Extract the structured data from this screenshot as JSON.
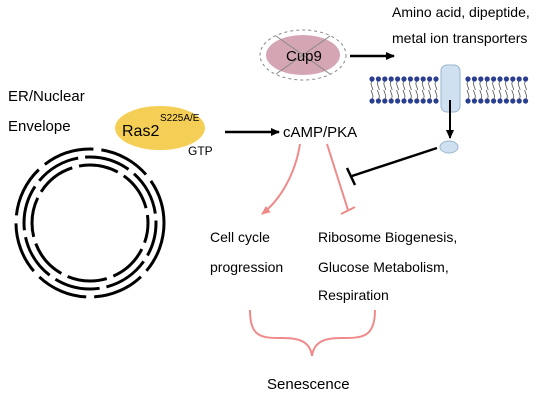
{
  "labels": {
    "er_line1": "ER/Nuclear",
    "er_line2": "Envelope",
    "ras2": "Ras2",
    "ras2_mutation": "S225A/E",
    "gtp": "GTP",
    "cup9": "Cup9",
    "transporters_line1": "Amino acid, dipeptide,",
    "transporters_line2": "metal ion transporters",
    "camp_pka": "cAMP/PKA",
    "cell_cycle_line1": "Cell cycle",
    "cell_cycle_line2": "progression",
    "ribosome_line1": "Ribosome Biogenesis,",
    "ribosome_line2": "Glucose Metabolism,",
    "ribosome_line3": "Respiration",
    "senescence": "Senescence"
  },
  "colors": {
    "ras2_fill": "#f5cf55",
    "cup9_fill": "#d4a6b4",
    "transporter_fill": "#cfe0f0",
    "pink_arrow": "#f08a8a",
    "black": "#000000"
  }
}
